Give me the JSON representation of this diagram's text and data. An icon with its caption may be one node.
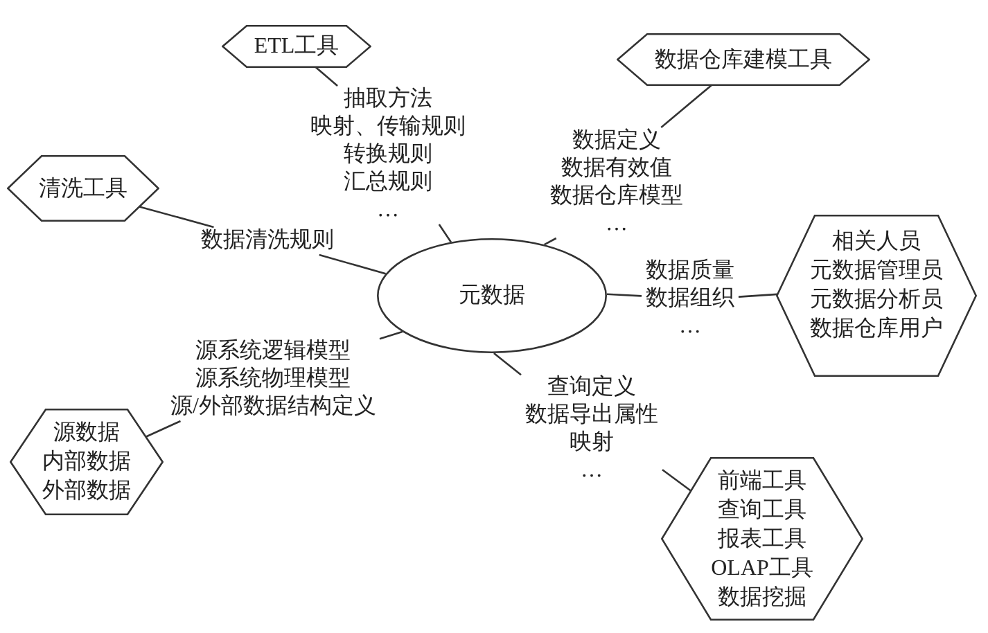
{
  "diagram": {
    "nodes": [
      {
        "text": [
          "ETL工具"
        ]
      },
      {
        "text": [
          "数据仓库建模工具"
        ]
      },
      {
        "text": [
          "抽取方法",
          "映射、传输规则",
          "转换规则",
          "汇总规则",
          "…"
        ]
      },
      {
        "text": [
          "数据定义",
          "数据有效值",
          "数据仓库模型",
          "…"
        ]
      },
      {
        "text": [
          "清洗工具"
        ]
      },
      {
        "text": [
          "相关人员",
          "元数据管理员",
          "元数据分析员",
          "数据仓库用户"
        ]
      },
      {
        "text": [
          "数据清洗规则"
        ]
      },
      {
        "text": [
          "元数据"
        ]
      },
      {
        "text": [
          "数据质量",
          "数据组织",
          "…"
        ]
      },
      {
        "text": [
          "源系统逻辑模型",
          "源系统物理模型",
          "源/外部数据结构定义"
        ]
      },
      {
        "text": [
          "查询定义",
          "数据导出属性",
          "映射",
          "…"
        ]
      },
      {
        "text": [
          "源数据",
          "内部数据",
          "外部数据"
        ]
      },
      {
        "text": [
          "前端工具",
          "查询工具",
          "报表工具",
          "OLAP工具",
          "数据挖掘"
        ]
      }
    ],
    "edges": [
      {
        "from": 7,
        "to": 2,
        "arrow": "none"
      },
      {
        "from": 2,
        "to": 0,
        "arrow": "none"
      },
      {
        "from": 7,
        "to": 3,
        "arrow": "none"
      },
      {
        "from": 3,
        "to": 1,
        "arrow": "none"
      },
      {
        "from": 7,
        "to": 6,
        "arrow": "none"
      },
      {
        "from": 6,
        "to": 4,
        "arrow": "none"
      },
      {
        "from": 7,
        "to": 8,
        "arrow": "none"
      },
      {
        "from": 8,
        "to": 5,
        "arrow": "none"
      },
      {
        "from": 7,
        "to": 9,
        "arrow": "none"
      },
      {
        "from": 9,
        "to": 11,
        "arrow": "none"
      },
      {
        "from": 7,
        "to": 10,
        "arrow": "none"
      },
      {
        "from": 10,
        "to": 12,
        "arrow": "none"
      }
    ]
  }
}
